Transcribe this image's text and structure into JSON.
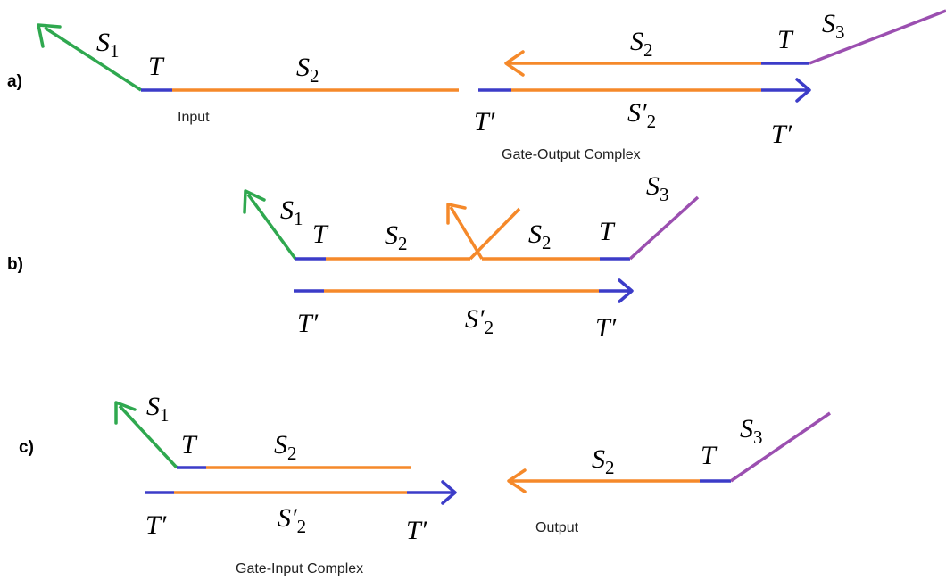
{
  "colors": {
    "green": "#2fa84f",
    "blue": "#3c3cc8",
    "orange": "#f5892a",
    "purple": "#9b4fb0"
  },
  "panels": {
    "a": {
      "label": "a)",
      "input_caption": "Input",
      "complex_caption": "Gate-Output Complex",
      "s1": {
        "base": "S",
        "sub": "1"
      },
      "t_input": "T",
      "s2_input": {
        "base": "S",
        "sub": "2"
      },
      "s2_top": {
        "base": "S",
        "sub": "2"
      },
      "t_top": "T",
      "s3": {
        "base": "S",
        "sub": "3"
      },
      "tprime_left": "T′",
      "s2prime": {
        "base": "S′",
        "sub": "2"
      },
      "tprime_right": "T′"
    },
    "b": {
      "label": "b)",
      "s1": {
        "base": "S",
        "sub": "1"
      },
      "t_left": "T",
      "s2_left": {
        "base": "S",
        "sub": "2"
      },
      "s2_right": {
        "base": "S",
        "sub": "2"
      },
      "t_right": "T",
      "s3": {
        "base": "S",
        "sub": "3"
      },
      "tprime_left": "T′",
      "s2prime": {
        "base": "S′",
        "sub": "2"
      },
      "tprime_right": "T′"
    },
    "c": {
      "label": "c)",
      "complex_caption": "Gate-Input Complex",
      "output_caption": "Output",
      "s1": {
        "base": "S",
        "sub": "1"
      },
      "t_top": "T",
      "s2_top": {
        "base": "S",
        "sub": "2"
      },
      "tprime_left": "T′",
      "s2prime": {
        "base": "S′",
        "sub": "2"
      },
      "tprime_right": "T′",
      "s2_output": {
        "base": "S",
        "sub": "2"
      },
      "t_output": "T",
      "s3": {
        "base": "S",
        "sub": "3"
      }
    }
  }
}
